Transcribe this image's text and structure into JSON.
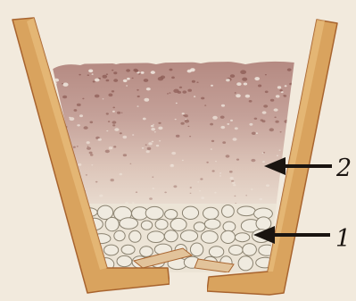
{
  "figure": {
    "labels": [
      {
        "id": "label-2",
        "text": "2"
      },
      {
        "id": "label-1",
        "text": "1"
      }
    ],
    "colors": {
      "background": "#f2eadd",
      "pot_wall": "#d9a35e",
      "pot_wall_outline": "#a8642f",
      "soil_top": "#b98e86",
      "soil_dark_speck": "#8f5f58",
      "gravel_fill": "#f0ebe0",
      "gravel_outline": "#8a8270",
      "shard": "#e2c39a",
      "arrow": "#1a1410"
    }
  }
}
